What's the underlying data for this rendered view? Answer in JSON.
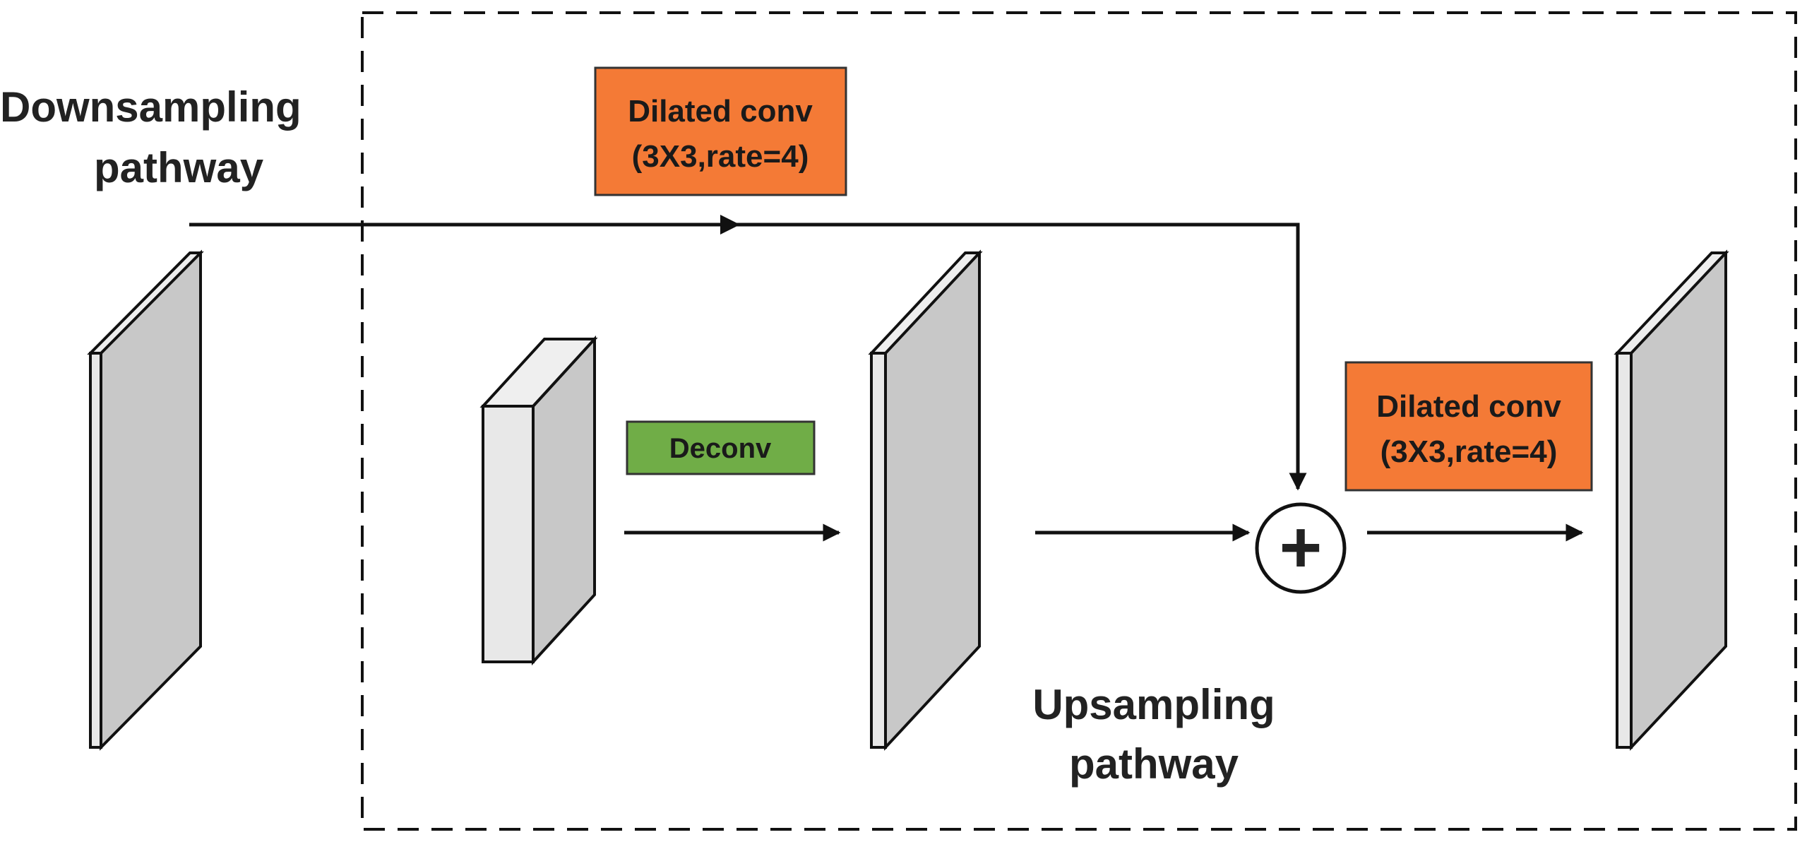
{
  "labels": {
    "downsampling_line1": "Downsampling",
    "downsampling_line2": "pathway",
    "upsampling_line1": "Upsampling",
    "upsampling_line2": "pathway"
  },
  "boxes": {
    "dilated_top_line1": "Dilated conv",
    "dilated_top_line2": "(3X3,rate=4)",
    "deconv": "Deconv",
    "dilated_right_line1": "Dilated conv",
    "dilated_right_line2": "(3X3,rate=4)"
  },
  "operators": {
    "sum_symbol": "+"
  },
  "colors": {
    "orange_box": "#f47a36",
    "green_box": "#70ad47",
    "slab_front": "#e8e8e8",
    "slab_side": "#c8c8c8",
    "stroke": "#111111"
  }
}
